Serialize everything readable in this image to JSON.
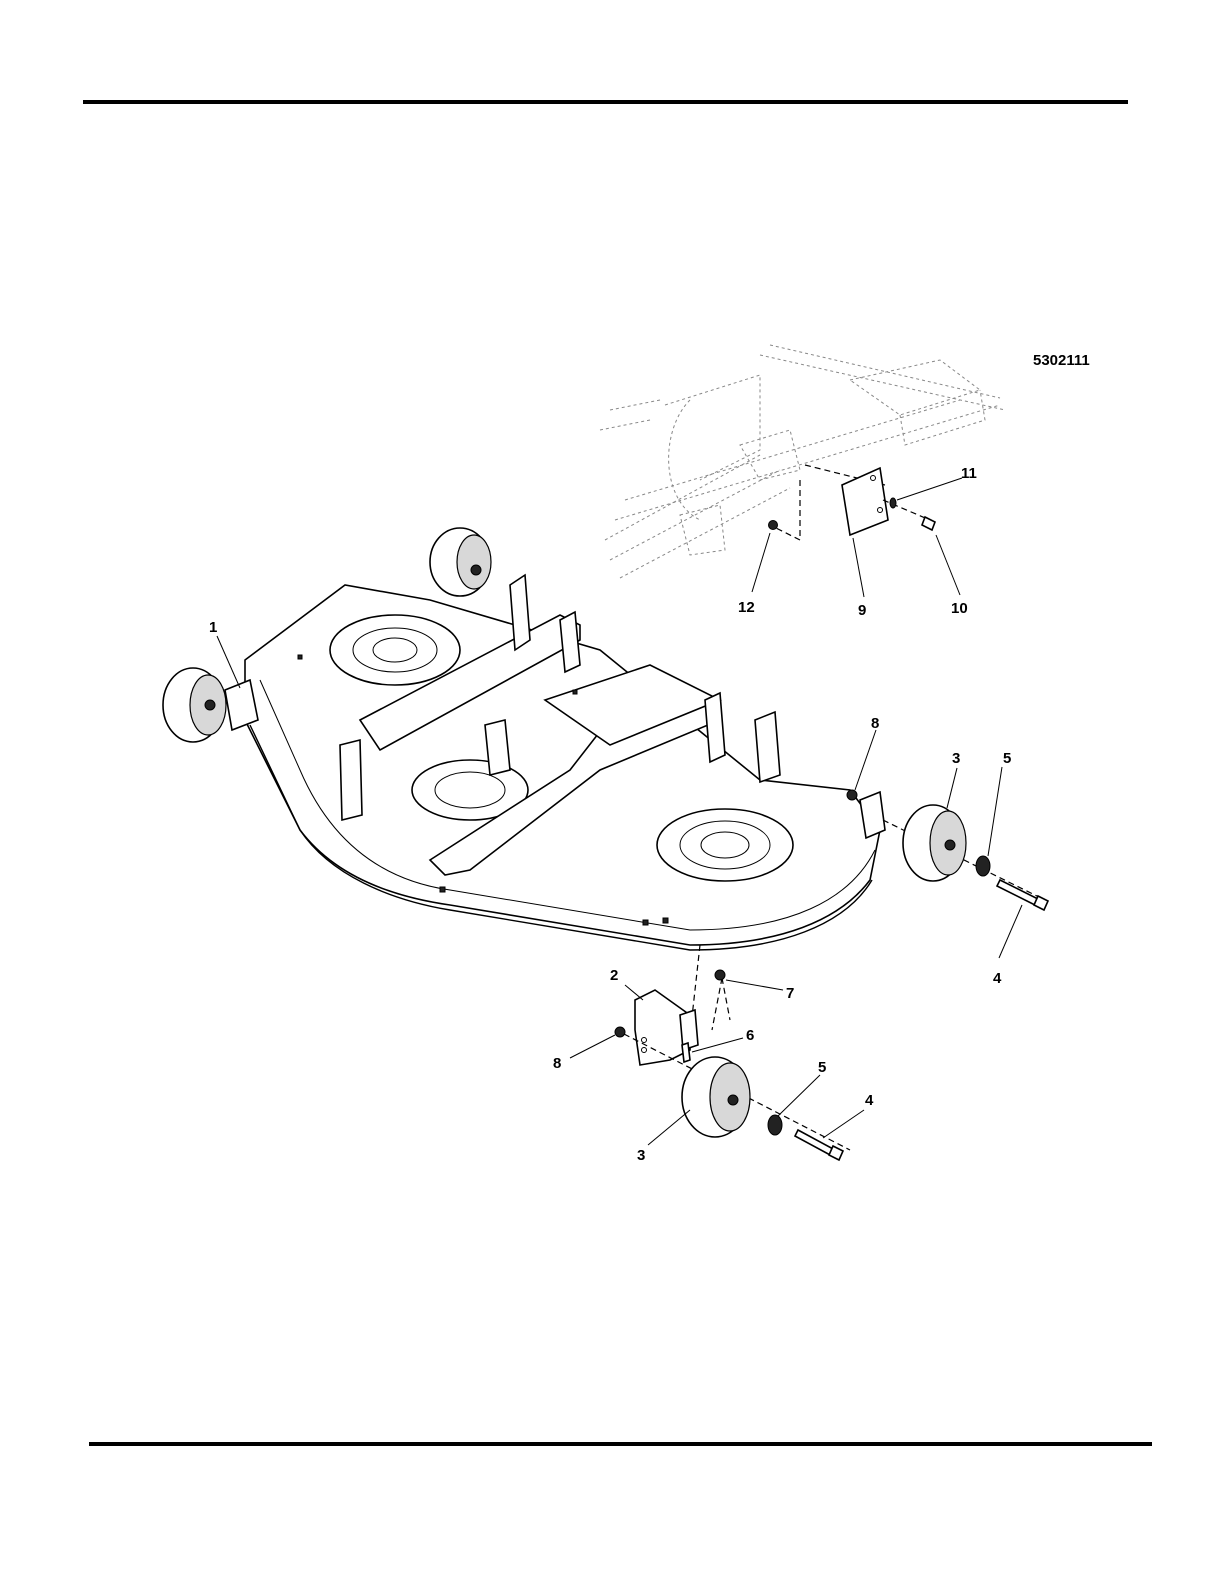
{
  "figure_number": "5302111",
  "callouts": [
    {
      "id": "c1",
      "label": "1"
    },
    {
      "id": "c2",
      "label": "2"
    },
    {
      "id": "c3a",
      "label": "3"
    },
    {
      "id": "c3b",
      "label": "3"
    },
    {
      "id": "c4a",
      "label": "4"
    },
    {
      "id": "c4b",
      "label": "4"
    },
    {
      "id": "c5a",
      "label": "5"
    },
    {
      "id": "c5b",
      "label": "5"
    },
    {
      "id": "c6",
      "label": "6"
    },
    {
      "id": "c7",
      "label": "7"
    },
    {
      "id": "c8a",
      "label": "8"
    },
    {
      "id": "c8b",
      "label": "8"
    },
    {
      "id": "c9",
      "label": "9"
    },
    {
      "id": "c10",
      "label": "10"
    },
    {
      "id": "c11",
      "label": "11"
    },
    {
      "id": "c12",
      "label": "12"
    }
  ]
}
